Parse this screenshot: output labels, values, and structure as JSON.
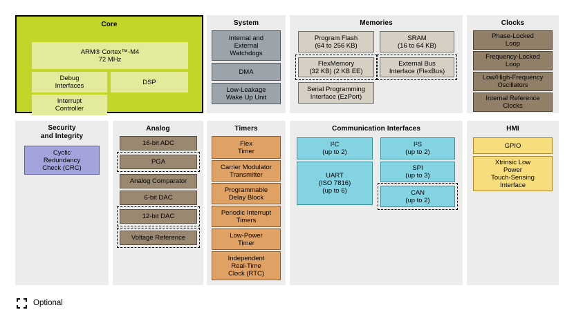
{
  "legend": {
    "icon": "dashed-square-icon",
    "label": "Optional"
  },
  "panels": {
    "core": {
      "title": "Core",
      "blocks": [
        {
          "label": "ARM® Cortex™-M4\n72 MHz",
          "optional": false
        },
        {
          "label": "Debug\nInterfaces",
          "optional": false
        },
        {
          "label": "DSP",
          "optional": false
        },
        {
          "label": "Interrupt\nController",
          "optional": false
        }
      ]
    },
    "system": {
      "title": "System",
      "blocks": [
        {
          "label": "Internal and\nExternal\nWatchdogs",
          "optional": false
        },
        {
          "label": "DMA",
          "optional": false
        },
        {
          "label": "Low-Leakage\nWake Up Unit",
          "optional": false
        }
      ]
    },
    "memories": {
      "title": "Memories",
      "blocks": [
        {
          "label": "Program Flash\n(64 to 256 KB)",
          "optional": false
        },
        {
          "label": "SRAM\n(16 to 64 KB)",
          "optional": false
        },
        {
          "label": "FlexMemory\n(32 KB) (2 KB EE)",
          "optional": true
        },
        {
          "label": "External Bus\nInterface (FlexBus)",
          "optional": true
        },
        {
          "label": "Serial Programming\nInterface (EzPort)",
          "optional": false
        }
      ]
    },
    "clocks": {
      "title": "Clocks",
      "blocks": [
        {
          "label": "Phase-Locked\nLoop",
          "optional": false
        },
        {
          "label": "Frequency-Locked\nLoop",
          "optional": false
        },
        {
          "label": "Low/High-Frequency\nOscillators",
          "optional": false
        },
        {
          "label": "Internal Reference\nClocks",
          "optional": false
        }
      ]
    },
    "security": {
      "title": "Security\nand Integrity",
      "blocks": [
        {
          "label": "Cyclic\nRedundancy\nCheck (CRC)",
          "optional": false
        }
      ]
    },
    "analog": {
      "title": "Analog",
      "blocks": [
        {
          "label": "16-bit ADC",
          "optional": false
        },
        {
          "label": "PGA",
          "optional": true
        },
        {
          "label": "Analog Comparator",
          "optional": false
        },
        {
          "label": "6-bit DAC",
          "optional": false
        },
        {
          "label": "12-bit DAC",
          "optional": true
        },
        {
          "label": "Voltage Reference",
          "optional": true
        }
      ]
    },
    "timers": {
      "title": "Timers",
      "blocks": [
        {
          "label": "Flex\nTimer",
          "optional": false
        },
        {
          "label": "Carrier Modulator\nTransmitter",
          "optional": false
        },
        {
          "label": "Programmable\nDelay Block",
          "optional": false
        },
        {
          "label": "Periodic Interrupt\nTimers",
          "optional": false
        },
        {
          "label": "Low-Power\nTimer",
          "optional": false
        },
        {
          "label": "Independent\nReal-Time\nClock (RTC)",
          "optional": false
        }
      ]
    },
    "communication": {
      "title": "Communication Interfaces",
      "blocks": [
        {
          "label": "I²C\n(up to 2)",
          "optional": false
        },
        {
          "label": "I²S\n(up to 2)",
          "optional": false
        },
        {
          "label": "UART\n(ISO 7816)\n(up to 6)",
          "optional": false
        },
        {
          "label": "SPI\n(up to 3)",
          "optional": false
        },
        {
          "label": "CAN\n(up to 2)",
          "optional": true
        }
      ]
    },
    "hmi": {
      "title": "HMI",
      "blocks": [
        {
          "label": "GPIO",
          "optional": false
        },
        {
          "label": "Xtrinsic Low\nPower\nTouch-Sensing\nInterface",
          "optional": false
        }
      ]
    }
  },
  "colors": {
    "core_panel": "#c4d52a",
    "core_block": "#e3ea9c",
    "panel_background": "#ececec",
    "system_block": "#9ba3ab",
    "memory_block": "#d6cfc3",
    "clock_block": "#917f68",
    "security_block": "#a3a4dc",
    "analog_block": "#9b8871",
    "timer_block": "#e0a164",
    "comm_block": "#84d3e3",
    "hmi_block": "#f8dd7d",
    "page_background": "#ffffff"
  }
}
